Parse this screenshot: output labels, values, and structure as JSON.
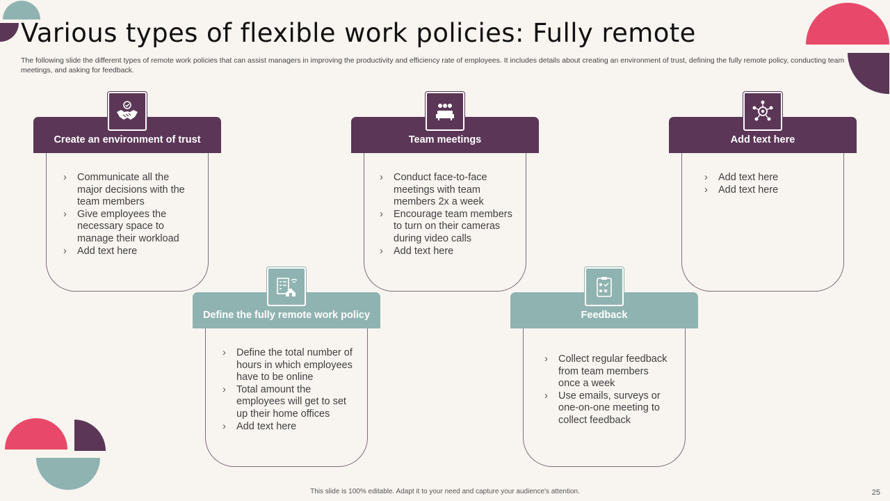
{
  "title": "Various types of flexible work policies: Fully remote",
  "subtitle": "The following slide the different types of remote work policies that can assist managers in improving the productivity and efficiency rate of employees. It includes details about creating an environment of trust, defining the fully remote policy, conducting team meetings, and asking for feedback.",
  "colors": {
    "purple": "#5b3657",
    "teal": "#8fb3b1",
    "pink": "#e8496a",
    "background": "#f8f5f0"
  },
  "cards": [
    {
      "heading": "Create an environment of trust",
      "icon": "handshake-icon",
      "items": [
        "Communicate all the major decisions with the team members",
        "Give employees the necessary space to manage their workload",
        "Add text here"
      ]
    },
    {
      "heading": "Define the fully remote work policy",
      "icon": "remote-office-icon",
      "items": [
        "Define the total number of hours in which employees have to be online",
        "Total amount the employees will get to set up their home offices",
        "Add text here"
      ]
    },
    {
      "heading": "Team meetings",
      "icon": "meeting-icon",
      "items": [
        "Conduct face-to-face meetings with team members 2x a week",
        "Encourage team members to turn on their cameras during video calls",
        "Add text here"
      ]
    },
    {
      "heading": "Feedback",
      "icon": "checklist-icon",
      "items": [
        "Collect regular feedback from team members once a week",
        "Use emails, surveys or one-on-one meeting to collect feedback"
      ]
    },
    {
      "heading": "Add text here",
      "icon": "network-icon",
      "items": [
        "Add text here",
        "Add text here"
      ]
    }
  ],
  "footer": "This slide is 100% editable.  Adapt it to your need and capture your audience's attention.",
  "page_number": "25"
}
